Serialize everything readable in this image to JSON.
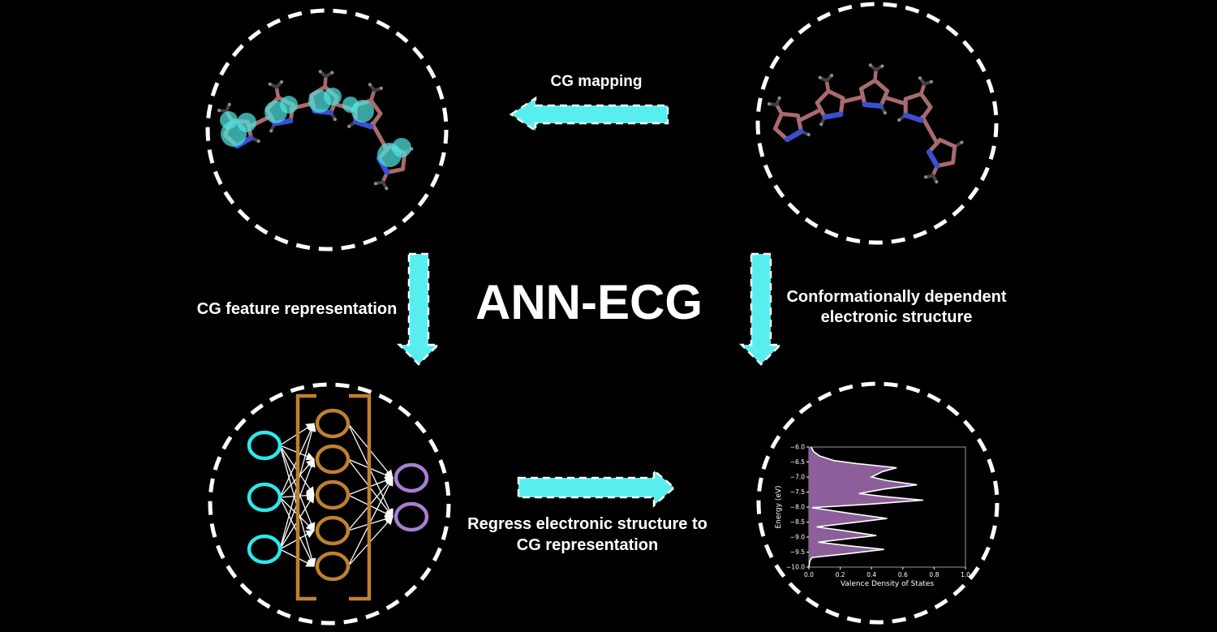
{
  "title": "ANN-ECG",
  "labels": {
    "cg_mapping": "CG mapping",
    "cg_feature": "CG feature representation",
    "conformational": [
      "Conformationally dependent",
      "electronic structure"
    ],
    "regress": [
      "Regress electronic structure to",
      "CG representation"
    ]
  },
  "colors": {
    "background": "#000000",
    "text": "#ffffff",
    "circle_dash": "#ffffff",
    "arrow_fill": "#58eef0",
    "arrow_outline": "#ffffff",
    "molecule_bond": "#a96a6e",
    "molecule_nitrogen": "#3a4fd0",
    "molecule_hydrogen": "#424242",
    "molecule_hydrogen_tip": "#8f8f8f",
    "cg_bead": "#4fe3de",
    "nn_input": "#2ee8ea",
    "nn_hidden": "#c08030",
    "nn_output": "#a87fd0",
    "nn_edge": "#ffffff"
  },
  "network": {
    "input_nodes": 3,
    "hidden_nodes": 5,
    "output_nodes": 2
  },
  "chart_data": {
    "type": "area",
    "orientation": "horizontal",
    "title": "",
    "xlabel": "Valence Density of States",
    "ylabel": "Energy (eV)",
    "xlim": [
      0.0,
      1.0
    ],
    "ylim": [
      -10.0,
      -6.0
    ],
    "xticks": [
      0.0,
      0.2,
      0.4,
      0.6,
      0.8,
      1.0
    ],
    "yticks": [
      -6.0,
      -6.5,
      -7.0,
      -7.5,
      -8.0,
      -8.5,
      -9.0,
      -9.5,
      -10.0
    ],
    "grid": false,
    "legend": "none",
    "fill_color": "#8d5f9a",
    "line_color": "#ffffff",
    "series": [
      {
        "name": "valence_dos",
        "points": [
          [
            -6.0,
            0.015
          ],
          [
            -6.15,
            0.03
          ],
          [
            -6.3,
            0.07
          ],
          [
            -6.45,
            0.16
          ],
          [
            -6.55,
            0.3
          ],
          [
            -6.69,
            0.56
          ],
          [
            -6.82,
            0.47
          ],
          [
            -7.0,
            0.4
          ],
          [
            -7.12,
            0.5
          ],
          [
            -7.26,
            0.69
          ],
          [
            -7.4,
            0.48
          ],
          [
            -7.55,
            0.32
          ],
          [
            -7.65,
            0.48
          ],
          [
            -7.77,
            0.73
          ],
          [
            -7.9,
            0.4
          ],
          [
            -8.02,
            0.02
          ],
          [
            -8.2,
            0.25
          ],
          [
            -8.38,
            0.5
          ],
          [
            -8.52,
            0.28
          ],
          [
            -8.66,
            0.05
          ],
          [
            -8.8,
            0.24
          ],
          [
            -8.95,
            0.43
          ],
          [
            -9.05,
            0.25
          ],
          [
            -9.17,
            0.06
          ],
          [
            -9.3,
            0.27
          ],
          [
            -9.41,
            0.48
          ],
          [
            -9.55,
            0.25
          ],
          [
            -9.68,
            0.02
          ],
          [
            -9.8,
            0.005
          ],
          [
            -10.0,
            0.0
          ]
        ]
      }
    ]
  }
}
